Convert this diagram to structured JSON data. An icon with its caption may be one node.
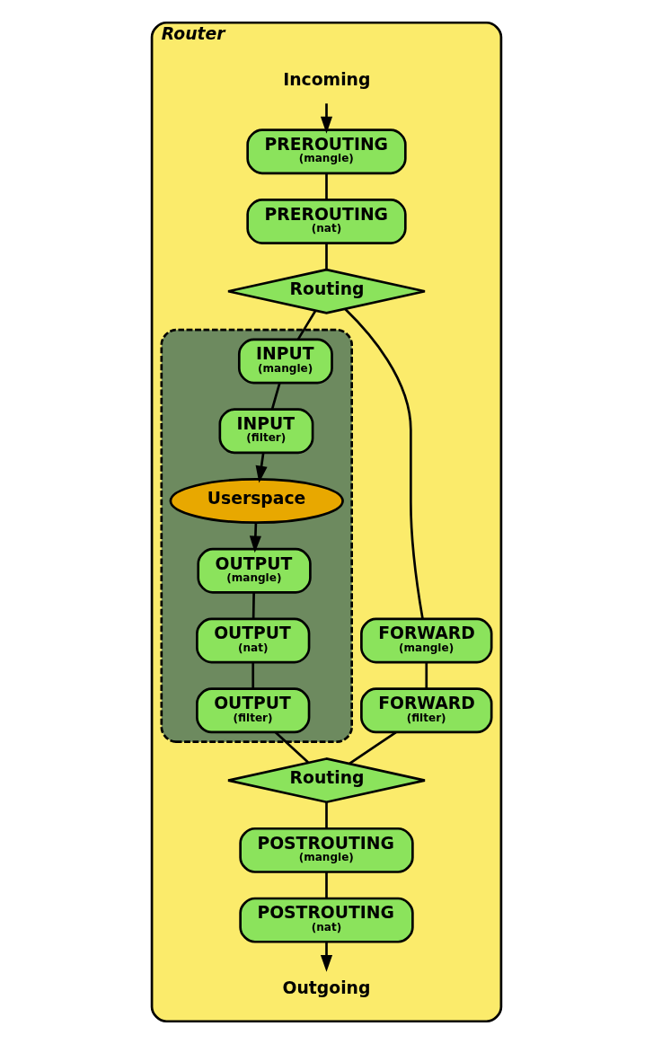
{
  "diagram": {
    "nodes": [
      {
        "text": [
          "Router"
        ]
      },
      {
        "text": [
          "Incoming"
        ],
        "in": 0
      },
      {
        "text": [
          "PREROUTING",
          "(mangle)"
        ],
        "in": 0
      },
      {
        "text": [
          "PREROUTING",
          "(nat)"
        ],
        "in": 0
      },
      {
        "text": [
          "Routing"
        ],
        "in": 0
      },
      {
        "text": [],
        "shape": "box",
        "in": 0
      },
      {
        "text": [
          "INPUT",
          "(mangle)"
        ],
        "in": 5
      },
      {
        "text": [
          "INPUT",
          "(filter)"
        ],
        "in": 5
      },
      {
        "text": [
          "Userspace"
        ],
        "in": 5
      },
      {
        "text": [
          "OUTPUT",
          "(mangle)"
        ],
        "in": 5
      },
      {
        "text": [
          "OUTPUT",
          "(nat)"
        ],
        "in": 5
      },
      {
        "text": [
          "OUTPUT",
          "(filter)"
        ],
        "in": 5
      },
      {
        "text": [
          "FORWARD",
          "(mangle)"
        ],
        "in": 0
      },
      {
        "text": [
          "FORWARD",
          "(filter)"
        ],
        "in": 0
      },
      {
        "text": [
          "Routing"
        ],
        "in": 0
      },
      {
        "text": [
          "POSTROUTING",
          "(mangle)"
        ],
        "in": 0
      },
      {
        "text": [
          "POSTROUTING",
          "(nat)"
        ],
        "in": 0
      },
      {
        "text": [
          "Outgoing"
        ],
        "in": 0
      }
    ],
    "edges": [
      {
        "from": 1,
        "to": 2,
        "arrow": "to"
      },
      {
        "from": 2,
        "to": 3,
        "arrow": "none"
      },
      {
        "from": 3,
        "to": 4,
        "arrow": "none"
      },
      {
        "from": 4,
        "to": 6,
        "arrow": "none"
      },
      {
        "from": 4,
        "to": 12,
        "arrow": "none"
      },
      {
        "from": 6,
        "to": 7,
        "arrow": "none"
      },
      {
        "from": 7,
        "to": 8,
        "arrow": "to"
      },
      {
        "from": 8,
        "to": 9,
        "arrow": "to"
      },
      {
        "from": 9,
        "to": 10,
        "arrow": "none"
      },
      {
        "from": 10,
        "to": 11,
        "arrow": "none"
      },
      {
        "from": 11,
        "to": 14,
        "arrow": "none"
      },
      {
        "from": 12,
        "to": 13,
        "arrow": "none"
      },
      {
        "from": 13,
        "to": 14,
        "arrow": "none"
      },
      {
        "from": 14,
        "to": 15,
        "arrow": "none"
      },
      {
        "from": 15,
        "to": 16,
        "arrow": "none"
      },
      {
        "from": 16,
        "to": 17,
        "arrow": "to"
      }
    ]
  }
}
